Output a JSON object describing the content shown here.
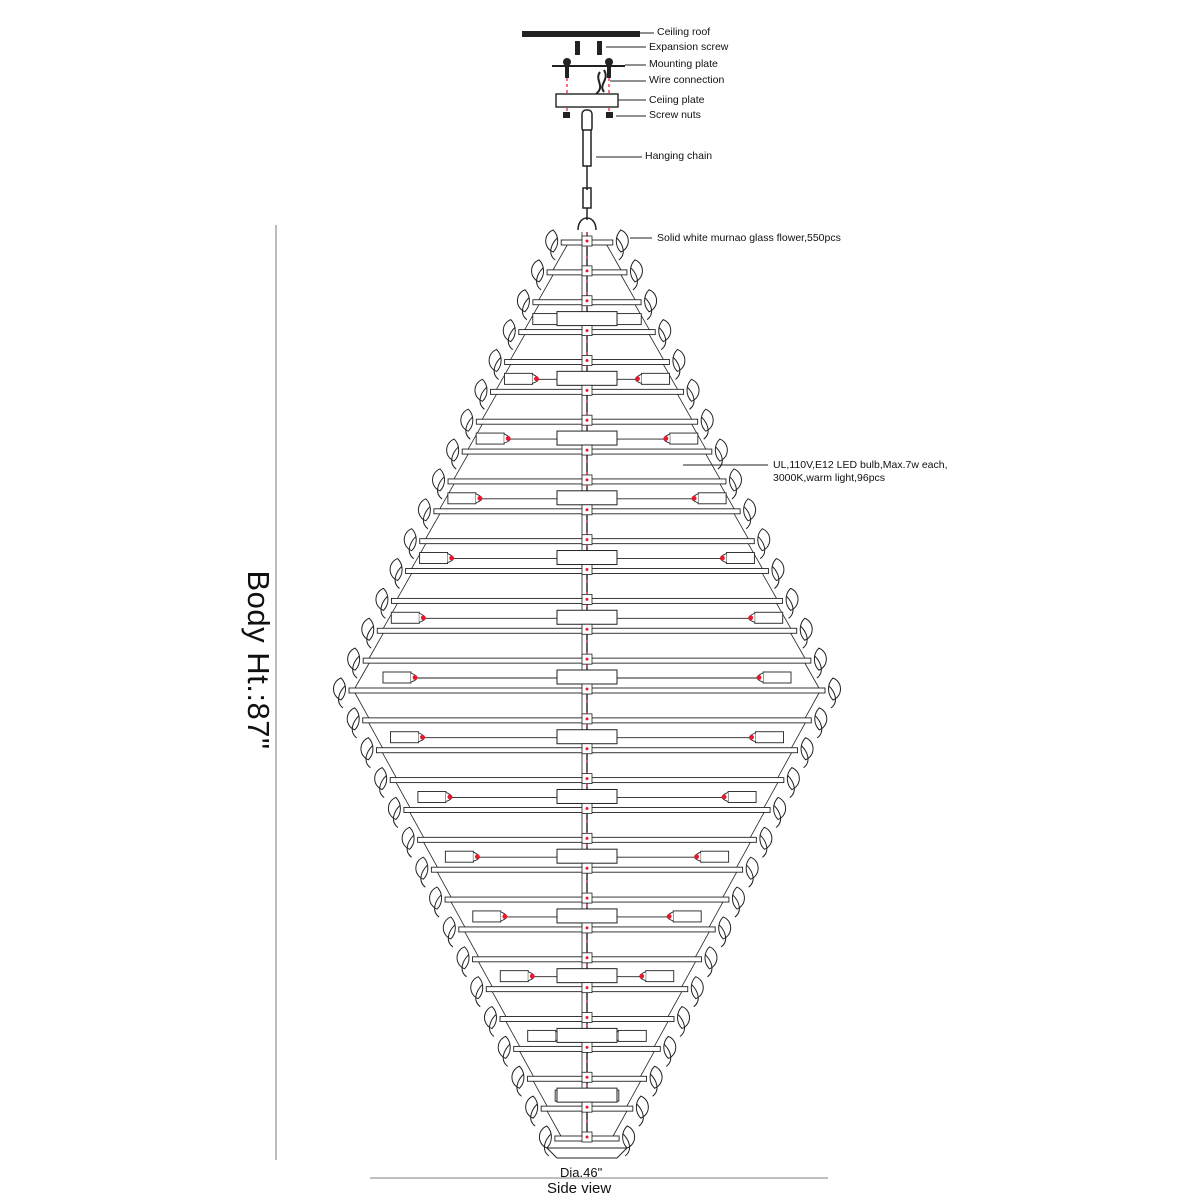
{
  "callouts": {
    "ceiling_roof": "Ceiling roof",
    "expansion_screw": "Expansion screw",
    "mounting_plate": "Mounting plate",
    "wire_connection": "Wire connection",
    "ceiling_plate": "Ceiing plate",
    "screw_nuts": "Screw nuts",
    "hanging_chain": "Hanging chain",
    "glass_flower": "Solid white murnao glass flower,550pcs",
    "bulb_spec": "UL,110V,E12 LED bulb,Max.7w each, 3000K,warm light,96pcs"
  },
  "dimensions": {
    "body_height": "Body Ht.:87\"",
    "diameter": "Dia.46\""
  },
  "view_label": "Side view",
  "colors": {
    "line": "#222222",
    "accent": "#e8192c"
  }
}
